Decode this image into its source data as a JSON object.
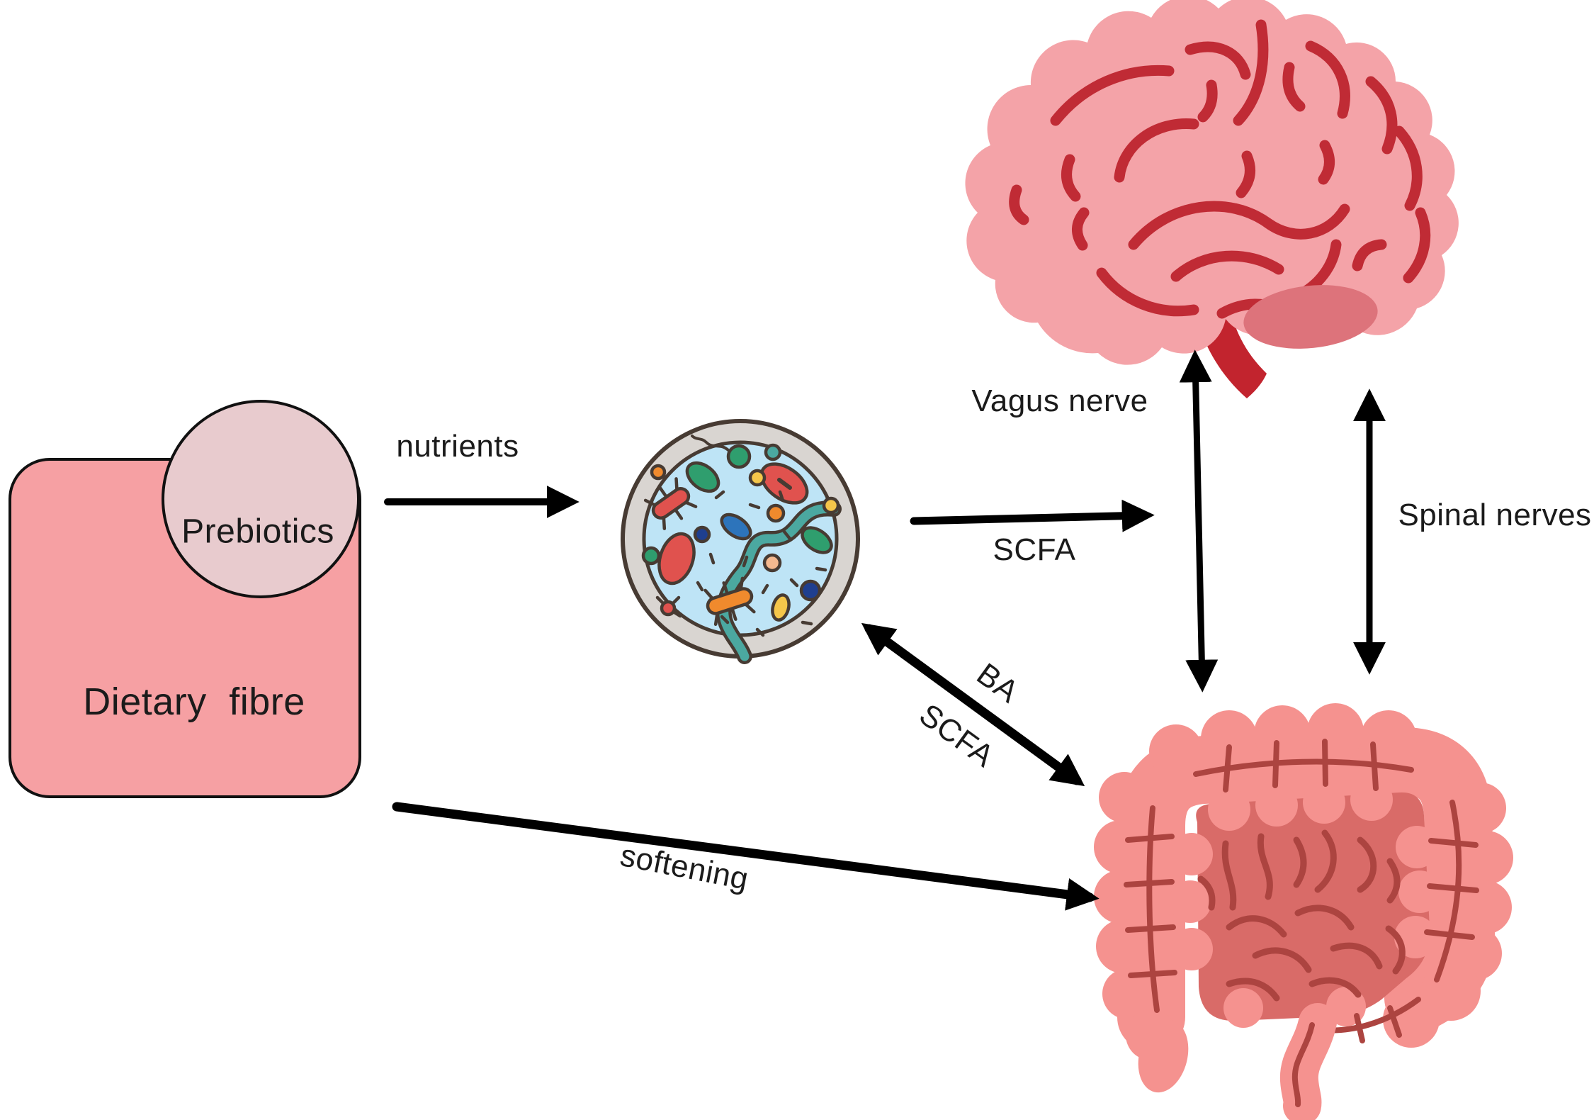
{
  "figure": {
    "type": "gut-brain-axis-diagram",
    "background": "#ffffff",
    "nodes": {
      "dietary_fibre": {
        "label": "Dietary fibre",
        "shape": "rounded-square",
        "fill": "#F6A0A3"
      },
      "prebiotics": {
        "label": "Prebiotics",
        "shape": "circle",
        "fill": "#E8CBCE"
      },
      "gut_microbiota": {
        "illustration": "petri-dish-with-microbes"
      },
      "brain": {
        "illustration": "brain"
      },
      "intestines": {
        "illustration": "intestines"
      }
    },
    "edges": {
      "nutrients": {
        "label": "nutrients",
        "from": "dietary_fibre",
        "to": "gut_microbiota",
        "arrows": "one-way"
      },
      "scfa": {
        "label": "SCFA",
        "from": "gut_microbiota",
        "to": "brain",
        "arrows": "one-way"
      },
      "vagus_nerve": {
        "label": "Vagus nerve",
        "between": [
          "brain",
          "intestines"
        ],
        "arrows": "two-way"
      },
      "spinal_nerves": {
        "label": "Spinal nerves",
        "between": [
          "brain",
          "intestines"
        ],
        "arrows": "two-way"
      },
      "ba_scfa": {
        "labels": [
          "BA",
          "SCFA"
        ],
        "between": [
          "gut_microbiota",
          "intestines"
        ],
        "arrows": "two-way"
      },
      "softening": {
        "label": "softening",
        "from": "dietary_fibre",
        "to": "intestines",
        "arrows": "one-way"
      }
    },
    "palette": {
      "box_fill": "#F6A0A3",
      "circle_fill": "#E8CBCE",
      "outline": "#111111",
      "arrow": "#000000",
      "label": "#1B1B1B",
      "brain_fill": "#F4A3A8",
      "brain_lines": "#C02B35",
      "cerebellum_fill": "#DD737B",
      "brainstem_fill": "#C2242E",
      "dish_rim": "#D9D5D1",
      "dish_agar": "#BEE4F6",
      "dish_outline": "#473B33",
      "gut_fill": "#F5928F",
      "gut_inner": "#D96B68",
      "gut_lines": "#AC4440",
      "microbe_red": "#E0524E",
      "microbe_green": "#2F9E6E",
      "microbe_teal": "#4BA8A0",
      "microbe_orange": "#F08A2D",
      "microbe_yellow": "#F5C64A",
      "microbe_blue": "#2D74BB",
      "microbe_navy": "#1F3F8F",
      "microbe_peach": "#F5B98F"
    }
  }
}
